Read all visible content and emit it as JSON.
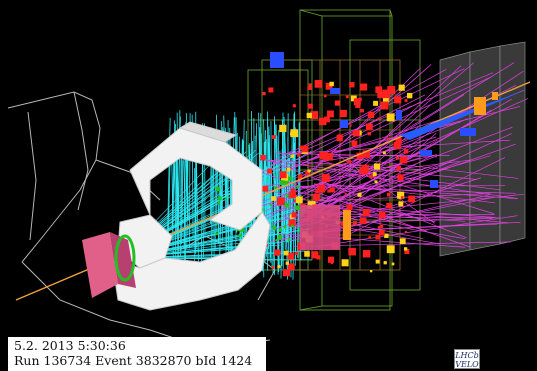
{
  "event_display": {
    "date_time": "5.2. 2013  5:30:36",
    "run_line": "Run 136734 Event 3832870   bId 1424"
  },
  "logo": {
    "text_top": "LHCb",
    "text_bottom": "VELO"
  },
  "colors": {
    "background": "#000000",
    "magnet": "#f2f2f2",
    "tracks_main": "#2ee6f0",
    "tracks_secondary": "#e040e0",
    "calorimeter_hits": "#ff2020",
    "muon_hits": "#2a4dff",
    "detector_frame": "#b0b0b0",
    "vertex_region": "#e0608a",
    "rich_hits": "#22c022",
    "sensor_highlight": "#ff9a1a"
  }
}
